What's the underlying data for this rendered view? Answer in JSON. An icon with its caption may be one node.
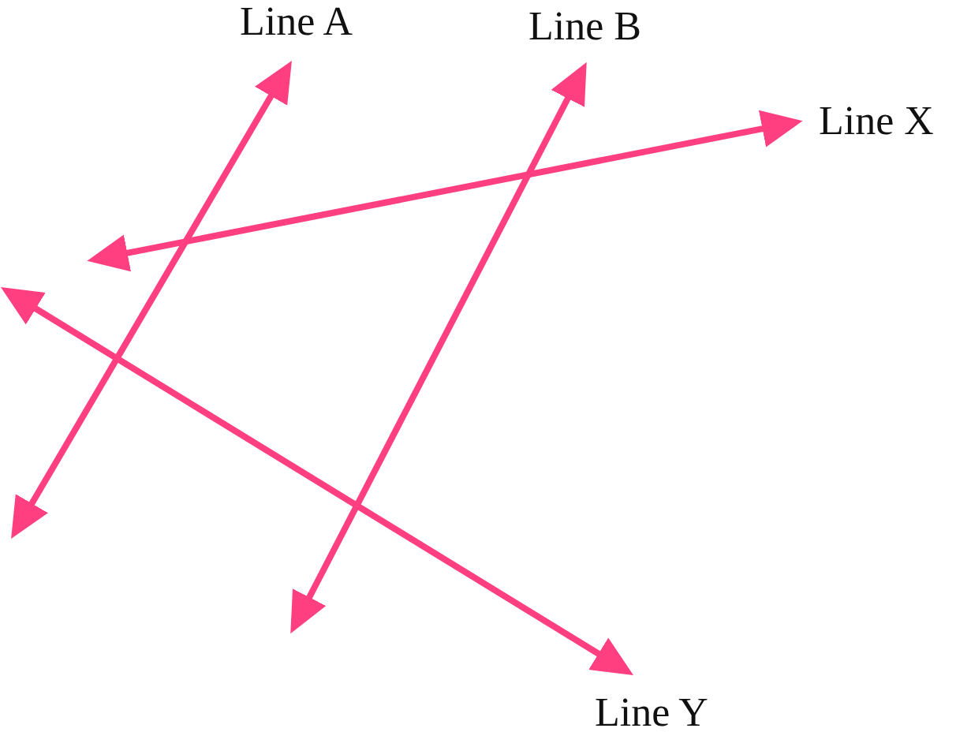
{
  "diagram": {
    "labels": [
      "Line A",
      "Line B",
      "Line X",
      "Line Y"
    ]
  }
}
